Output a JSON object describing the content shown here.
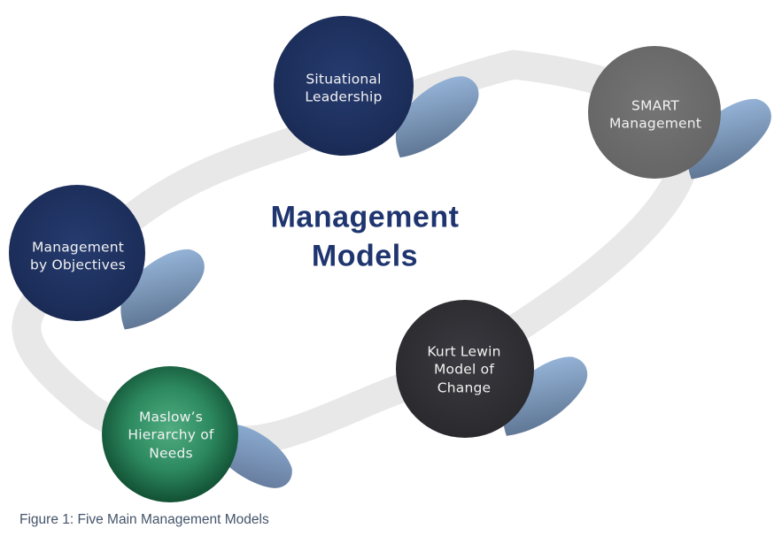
{
  "figure": {
    "title": "Management\nModels",
    "title_color": "#1F3570",
    "caption": "Figure 1: Five Main Management Models",
    "caption_color": "#44546A"
  },
  "diagram": {
    "type": "cycle-diagram",
    "ring_color": "#E8E8E8",
    "petal_gradient": {
      "light": "#97B6DA",
      "dark": "#5E7593"
    },
    "nodes": [
      {
        "id": "situational-leadership",
        "label": "Situational\nLeadership",
        "color": "#1E3060",
        "text_color": "#F2F2F2"
      },
      {
        "id": "smart-management",
        "label": "SMART\nManagement",
        "color": "#6B6B6B",
        "text_color": "#F2F2F2"
      },
      {
        "id": "management-by-objectives",
        "label": "Management\nby Objectives",
        "color": "#1E3060",
        "text_color": "#F2F2F2"
      },
      {
        "id": "kurt-lewin-model-of-change",
        "label": "Kurt Lewin\nModel of\nChange",
        "color": "#2F2F33",
        "text_color": "#F2F2F2"
      },
      {
        "id": "maslows-hierarchy-of-needs",
        "label": "Maslow’s\nHierarchy of\nNeeds",
        "color": "#2D8A60",
        "text_color": "#F2F2F2"
      }
    ]
  }
}
